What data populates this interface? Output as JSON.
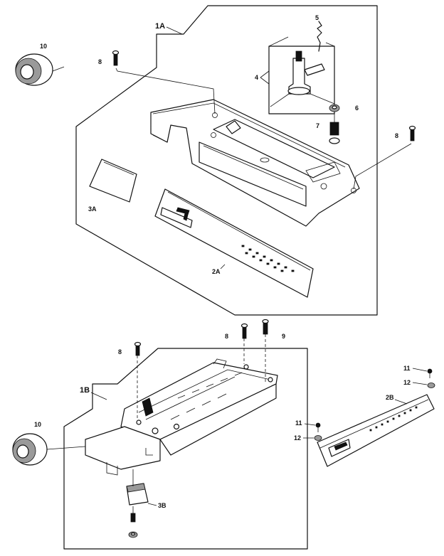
{
  "callouts": {
    "assembly_1a": "1A",
    "assembly_1b": "1B",
    "part_10_top": "10",
    "part_10_bottom": "10",
    "part_8_top_left": "8",
    "part_8_top_right": "8",
    "part_8_bottom_left": "8",
    "part_8_bottom_mid": "8",
    "part_9": "9",
    "part_5": "5",
    "part_4": "4",
    "part_6": "6",
    "part_7": "7",
    "part_3a": "3A",
    "part_2a": "2A",
    "part_3b": "3B",
    "part_2b": "2B",
    "part_11_upper": "11",
    "part_12_upper": "12",
    "part_11_lower": "11",
    "part_12_lower": "12"
  }
}
